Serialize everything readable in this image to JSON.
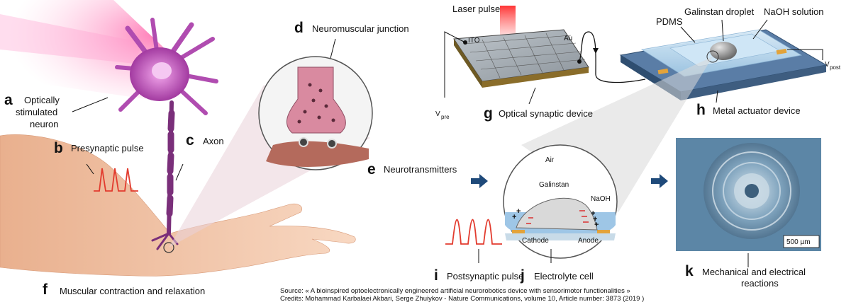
{
  "panels": {
    "a": {
      "letter": "a",
      "line1": "Optically",
      "line2": "stimulated",
      "line3": "neuron"
    },
    "b": {
      "letter": "b",
      "label": "Presynaptic pulse"
    },
    "c": {
      "letter": "c",
      "label": "Axon"
    },
    "d": {
      "letter": "d",
      "label": "Neuromuscular junction"
    },
    "e": {
      "letter": "e",
      "label": "Neurotransmitters"
    },
    "f": {
      "letter": "f",
      "label": "Muscular contraction and relaxation"
    },
    "g": {
      "letter": "g",
      "label": "Optical synaptic device"
    },
    "h": {
      "letter": "h",
      "label": "Metal actuator device"
    },
    "i": {
      "letter": "i",
      "label": "Postsynaptic pulse"
    },
    "j": {
      "letter": "j",
      "label": "Electrolyte cell"
    },
    "k": {
      "letter": "k",
      "line1": "Mechanical and electrical",
      "line2": "reactions"
    }
  },
  "device": {
    "laser": "Laser pulse",
    "ito": "ITO",
    "au": "Au",
    "vpre_main": "V",
    "vpre_sub": "pre",
    "pdms": "PDMS",
    "droplet": "Galinstan droplet",
    "naoh_solution": "NaOH solution",
    "vpost_main": "V",
    "vpost_sub": "post"
  },
  "cell": {
    "air": "Air",
    "galinstan": "Galinstan",
    "naoh": "NaOH",
    "cathode": "Cathode",
    "anode": "Anode",
    "scale": "500 µm"
  },
  "source": {
    "line1": "Source: « A bioinspired optoelectronically engineered artificial neurorobotics device with sensorimotor functionalities »",
    "line2": "Credits: Mohammad Karbalaei Akbari, Serge Zhuiykov - Nature Communications, volume 10, Article number: 3873 (2019 )"
  },
  "colors": {
    "pulse": "#e23b2e",
    "neuron": "#c84bc0",
    "arrow": "#1f4a7a",
    "skin": "#f3c6a8",
    "accent_blue": "#4a7fb0"
  }
}
